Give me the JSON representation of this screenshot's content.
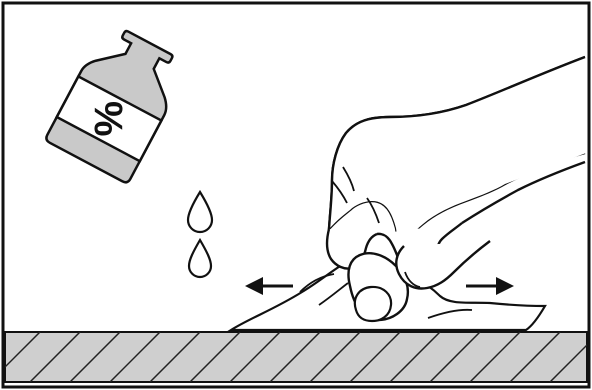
{
  "bottle": {
    "label_text": "%",
    "label_bg_color": "#ffffff",
    "body_color": "#c9c9c9",
    "outline_color": "#111111"
  },
  "drops": {
    "count": 2,
    "color": "#ffffff"
  },
  "arrows": {
    "left": "left-arrow",
    "right": "right-arrow"
  },
  "surface": {
    "fill_color": "#cfcfcf",
    "hatch_color": "#222222",
    "pattern": "diagonal-hatch"
  },
  "hand": {
    "fill_color": "#ffffff",
    "outline_color": "#111111"
  },
  "cloth": {
    "fill_color": "#ffffff",
    "outline_color": "#111111"
  }
}
